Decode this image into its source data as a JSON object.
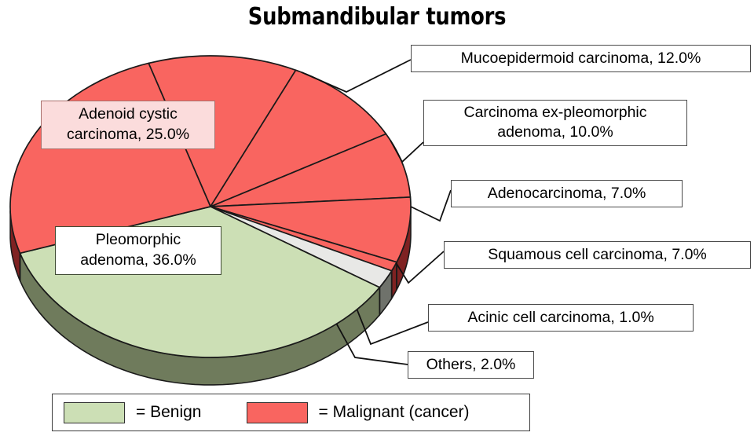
{
  "title": "Submandibular tumors",
  "colors": {
    "benign_top": "#ccdfb5",
    "benign_side": "#6f7b5c",
    "malignant_top": "#f96560",
    "malignant_side": "#7f2222",
    "others_top": "#e8e8e6",
    "others_side": "#6f726b",
    "outline": "#1a1a1a",
    "callout_border": "#4a4a4a",
    "adenoid_label_bg": "#fbdcdc",
    "adenoid_label_border": "#a8706c",
    "pleomorphic_label_border": "#3f4a33"
  },
  "labels": {
    "adenoid_cystic": "Adenoid cystic\ncarcinoma, 25.0%",
    "pleomorphic": "Pleomorphic\nadenoma, 36.0%",
    "mucoepidermoid": "Mucoepidermoid carcinoma, 12.0%",
    "cxpa": "Carcinoma ex-pleomorphic\nadenoma, 10.0%",
    "adenocarcinoma": "Adenocarcinoma, 7.0%",
    "squamous": "Squamous cell carcinoma, 7.0%",
    "acinic": "Acinic cell carcinoma, 1.0%",
    "others": "Others, 2.0%"
  },
  "legend": {
    "benign": "= Benign",
    "malignant": "= Malignant (cancer)"
  },
  "chart_data": {
    "type": "pie",
    "title": "Submandibular tumors",
    "three_d": true,
    "categories": [
      "Pleomorphic adenoma",
      "Adenoid cystic carcinoma",
      "Mucoepidermoid carcinoma",
      "Carcinoma ex-pleomorphic adenoma",
      "Adenocarcinoma",
      "Squamous cell carcinoma",
      "Acinic cell carcinoma",
      "Others"
    ],
    "values": [
      36.0,
      25.0,
      12.0,
      10.0,
      7.0,
      7.0,
      1.0,
      2.0
    ],
    "unit": "%",
    "groups": {
      "Benign": [
        "Pleomorphic adenoma"
      ],
      "Malignant (cancer)": [
        "Adenoid cystic carcinoma",
        "Mucoepidermoid carcinoma",
        "Carcinoma ex-pleomorphic adenoma",
        "Adenocarcinoma",
        "Squamous cell carcinoma",
        "Acinic cell carcinoma"
      ],
      "Other": [
        "Others"
      ]
    },
    "slice_colors": [
      "#ccdfb5",
      "#f96560",
      "#f96560",
      "#f96560",
      "#f96560",
      "#f96560",
      "#f96560",
      "#e8e8e6"
    ],
    "legend": [
      "= Benign",
      "= Malignant (cancer)"
    ],
    "legend_position": "bottom",
    "data_labels": [
      "Pleomorphic adenoma, 36.0%",
      "Adenoid cystic carcinoma, 25.0%",
      "Mucoepidermoid carcinoma, 12.0%",
      "Carcinoma ex-pleomorphic adenoma, 10.0%",
      "Adenocarcinoma, 7.0%",
      "Squamous cell carcinoma, 7.0%",
      "Acinic cell carcinoma, 1.0%",
      "Others, 2.0%"
    ]
  }
}
